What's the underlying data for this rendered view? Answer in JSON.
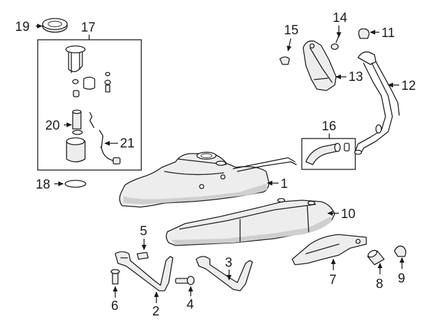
{
  "callouts": [
    {
      "id": "c1",
      "text": "1"
    },
    {
      "id": "c2",
      "text": "2"
    },
    {
      "id": "c3",
      "text": "3"
    },
    {
      "id": "c4",
      "text": "4"
    },
    {
      "id": "c5",
      "text": "5"
    },
    {
      "id": "c6",
      "text": "6"
    },
    {
      "id": "c7",
      "text": "7"
    },
    {
      "id": "c8",
      "text": "8"
    },
    {
      "id": "c9",
      "text": "9"
    },
    {
      "id": "c10",
      "text": "10"
    },
    {
      "id": "c11",
      "text": "11"
    },
    {
      "id": "c12",
      "text": "12"
    },
    {
      "id": "c13",
      "text": "13"
    },
    {
      "id": "c14",
      "text": "14"
    },
    {
      "id": "c15",
      "text": "15"
    },
    {
      "id": "c16",
      "text": "16"
    },
    {
      "id": "c17",
      "text": "17"
    },
    {
      "id": "c18",
      "text": "18"
    },
    {
      "id": "c19",
      "text": "19"
    },
    {
      "id": "c20",
      "text": "20"
    },
    {
      "id": "c21",
      "text": "21"
    }
  ]
}
